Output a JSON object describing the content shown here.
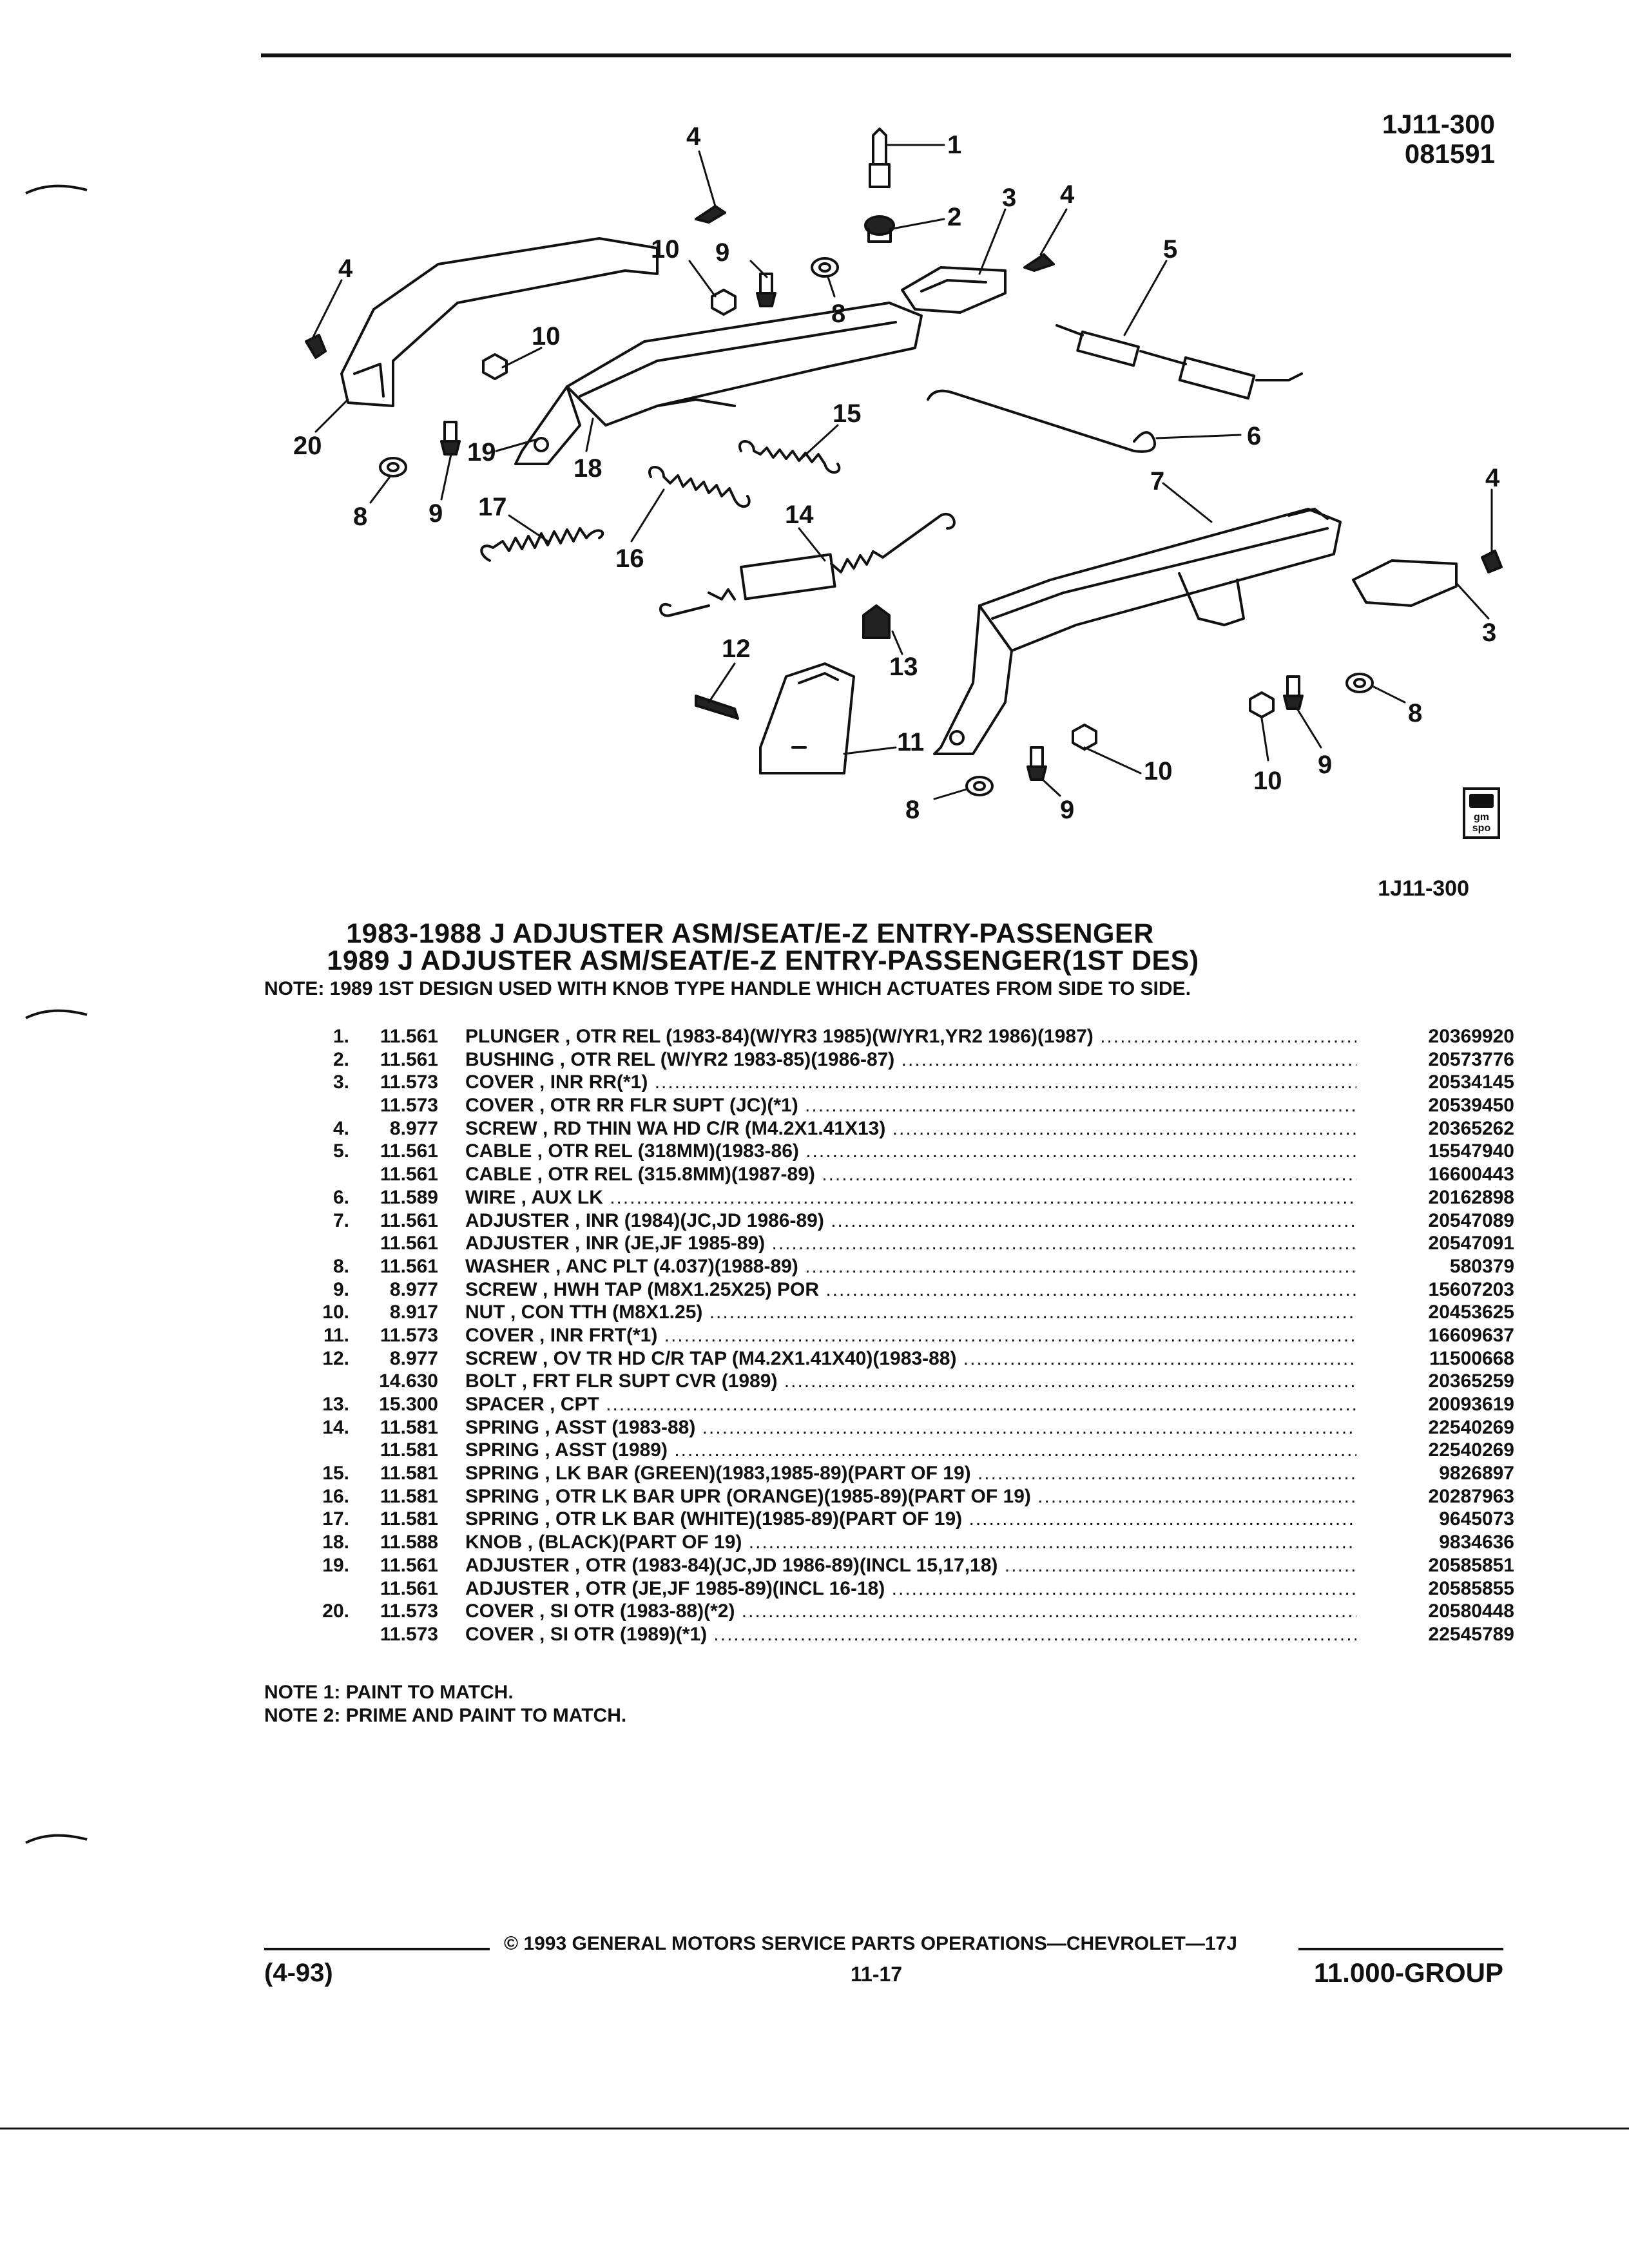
{
  "header": {
    "figure_code": "1J11-300",
    "figure_date": "081591",
    "figure_caption": "1J11-300"
  },
  "logo": {
    "text": "gm spo"
  },
  "diagram": {
    "callouts": [
      "1",
      "2",
      "3",
      "4",
      "5",
      "6",
      "7",
      "8",
      "9",
      "10",
      "11",
      "12",
      "13",
      "14",
      "15",
      "16",
      "17",
      "18",
      "19",
      "20"
    ]
  },
  "title": {
    "line1": "1983-1988 J ADJUSTER ASM/SEAT/E-Z ENTRY-PASSENGER",
    "line2": "1989 J ADJUSTER ASM/SEAT/E-Z ENTRY-PASSENGER(1ST DES)"
  },
  "note_top": "NOTE:  1989 1ST DESIGN USED WITH KNOB TYPE HANDLE WHICH ACTUATES FROM SIDE TO SIDE.",
  "parts": [
    {
      "no": "1.",
      "group": "11.561",
      "desc": "PLUNGER , OTR REL (1983-84)(W/YR3 1985)(W/YR1,YR2 1986)(1987)",
      "part": "20369920"
    },
    {
      "no": "2.",
      "group": "11.561",
      "desc": "BUSHING , OTR REL (W/YR2 1983-85)(1986-87)",
      "part": "20573776"
    },
    {
      "no": "3.",
      "group": "11.573",
      "desc": "COVER , INR RR(*1)",
      "part": "20534145"
    },
    {
      "no": "",
      "group": "11.573",
      "desc": "COVER , OTR RR FLR SUPT (JC)(*1)",
      "part": "20539450"
    },
    {
      "no": "4.",
      "group": "8.977",
      "desc": "SCREW , RD THIN WA HD C/R (M4.2X1.41X13)",
      "part": "20365262"
    },
    {
      "no": "5.",
      "group": "11.561",
      "desc": "CABLE , OTR REL (318MM)(1983-86)",
      "part": "15547940"
    },
    {
      "no": "",
      "group": "11.561",
      "desc": "CABLE , OTR REL (315.8MM)(1987-89)",
      "part": "16600443"
    },
    {
      "no": "6.",
      "group": "11.589",
      "desc": "WIRE , AUX LK",
      "part": "20162898"
    },
    {
      "no": "7.",
      "group": "11.561",
      "desc": "ADJUSTER , INR (1984)(JC,JD 1986-89)",
      "part": "20547089"
    },
    {
      "no": "",
      "group": "11.561",
      "desc": "ADJUSTER , INR (JE,JF 1985-89)",
      "part": "20547091"
    },
    {
      "no": "8.",
      "group": "11.561",
      "desc": "WASHER , ANC PLT (4.037)(1988-89)",
      "part": "580379"
    },
    {
      "no": "9.",
      "group": "8.977",
      "desc": "SCREW , HWH TAP (M8X1.25X25) POR",
      "part": "15607203"
    },
    {
      "no": "10.",
      "group": "8.917",
      "desc": "NUT , CON TTH (M8X1.25)",
      "part": "20453625"
    },
    {
      "no": "11.",
      "group": "11.573",
      "desc": "COVER , INR FRT(*1)",
      "part": "16609637"
    },
    {
      "no": "12.",
      "group": "8.977",
      "desc": "SCREW , OV TR HD C/R TAP (M4.2X1.41X40)(1983-88)",
      "part": "11500668"
    },
    {
      "no": "",
      "group": "14.630",
      "desc": "BOLT , FRT FLR SUPT CVR (1989)",
      "part": "20365259"
    },
    {
      "no": "13.",
      "group": "15.300",
      "desc": "SPACER , CPT",
      "part": "20093619"
    },
    {
      "no": "14.",
      "group": "11.581",
      "desc": "SPRING , ASST (1983-88)",
      "part": "22540269"
    },
    {
      "no": "",
      "group": "11.581",
      "desc": "SPRING , ASST (1989)",
      "part": "22540269"
    },
    {
      "no": "15.",
      "group": "11.581",
      "desc": "SPRING , LK BAR (GREEN)(1983,1985-89)(PART OF 19)",
      "part": "9826897"
    },
    {
      "no": "16.",
      "group": "11.581",
      "desc": "SPRING , OTR LK BAR UPR (ORANGE)(1985-89)(PART OF 19)",
      "part": "20287963"
    },
    {
      "no": "17.",
      "group": "11.581",
      "desc": "SPRING , OTR LK BAR (WHITE)(1985-89)(PART OF 19)",
      "part": "9645073"
    },
    {
      "no": "18.",
      "group": "11.588",
      "desc": "KNOB , (BLACK)(PART OF 19)",
      "part": "9834636"
    },
    {
      "no": "19.",
      "group": "11.561",
      "desc": "ADJUSTER , OTR (1983-84)(JC,JD 1986-89)(INCL 15,17,18)",
      "part": "20585851"
    },
    {
      "no": "",
      "group": "11.561",
      "desc": "ADJUSTER , OTR (JE,JF 1985-89)(INCL 16-18)",
      "part": "20585855"
    },
    {
      "no": "20.",
      "group": "11.573",
      "desc": "COVER , SI OTR (1983-88)(*2)",
      "part": "20580448"
    },
    {
      "no": "",
      "group": "11.573",
      "desc": "COVER , SI OTR (1989)(*1)",
      "part": "22545789"
    }
  ],
  "notes_bottom": {
    "note1": "NOTE  1:  PAINT TO MATCH.",
    "note2": "NOTE  2:  PRIME AND PAINT TO MATCH."
  },
  "footer": {
    "copyright": "© 1993  GENERAL MOTORS SERVICE PARTS OPERATIONS—CHEVROLET—17J",
    "date_code": "(4-93)",
    "page": "11-17",
    "group": "11.000-GROUP"
  }
}
